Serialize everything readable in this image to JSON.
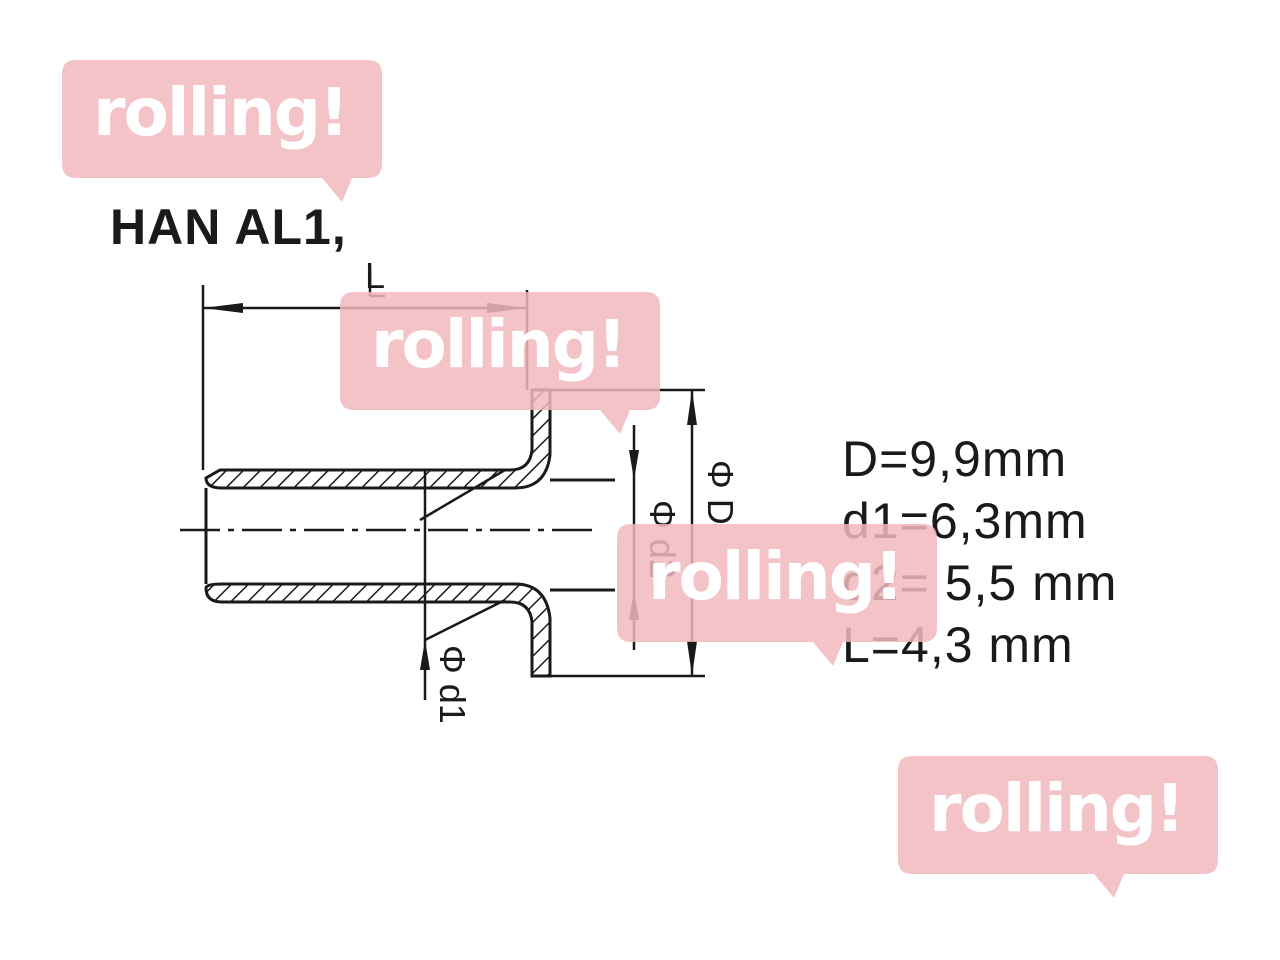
{
  "title": "HAN AL1,",
  "labels": {
    "L": "L",
    "phi_d1": "Φ d1",
    "phi_d2": "Φ d2",
    "phi_D": "Φ D"
  },
  "specs": [
    "D=9,9mm",
    "d1=6,3mm",
    "d2= 5,5 mm",
    "L=4,3 mm"
  ],
  "watermark": {
    "text": "rolling!",
    "color": "#f2b8bd"
  },
  "colors": {
    "ink": "#1a1a1a",
    "background": "#ffffff"
  }
}
